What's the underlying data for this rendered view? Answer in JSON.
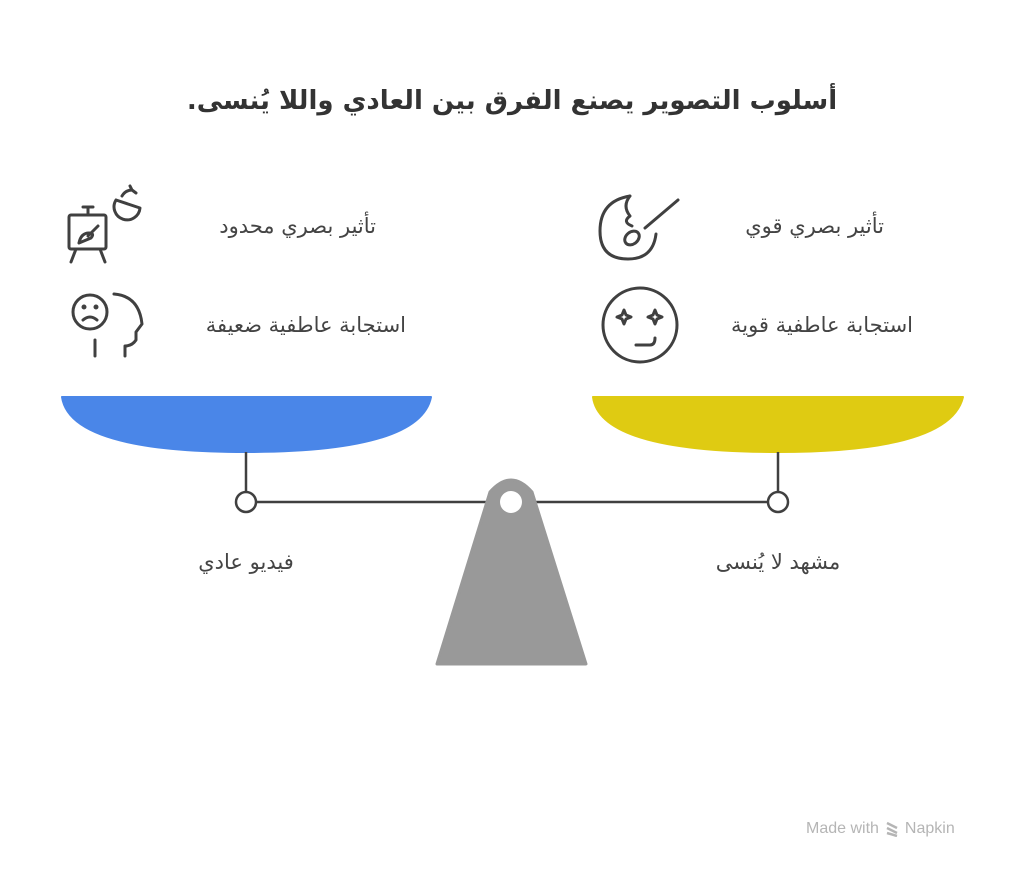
{
  "title": "أسلوب التصوير يصنع الفرق بين العادي واللا يُنسى.",
  "left": {
    "label": "فيديو عادي",
    "items": [
      {
        "text": "تأثير بصري محدود",
        "icon": "easel-icon"
      },
      {
        "text": "استجابة عاطفية ضعيفة",
        "icon": "sad-head-icon"
      }
    ],
    "color": "#4a86e8"
  },
  "right": {
    "label": "مشهد لا يُنسى",
    "items": [
      {
        "text": "تأثير بصري قوي",
        "icon": "palette-brush-icon"
      },
      {
        "text": "استجابة عاطفية قوية",
        "icon": "star-eyes-face-icon"
      }
    ],
    "color": "#dfcb12"
  },
  "fulcrum_color": "#999999",
  "footer": {
    "made_with": "Made with",
    "brand": "Napkin"
  }
}
